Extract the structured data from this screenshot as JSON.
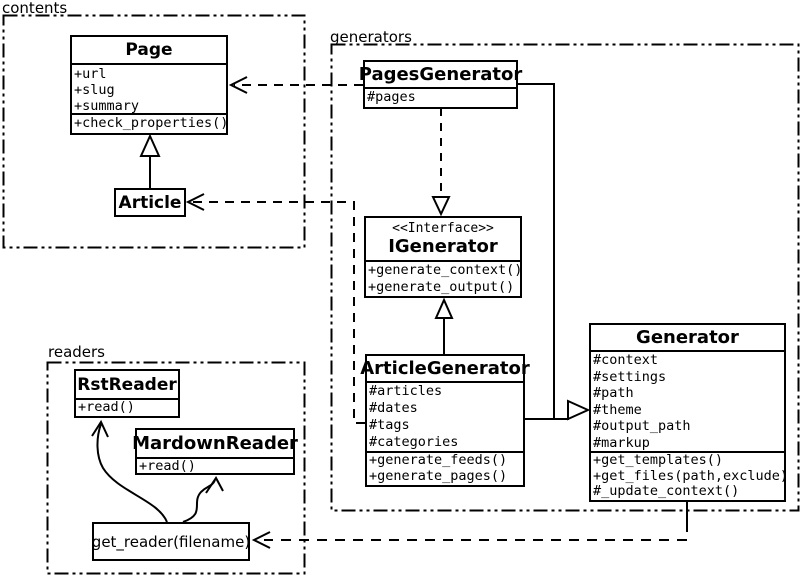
{
  "colors": {
    "line": "#000000",
    "background": "#ffffff"
  },
  "packages": {
    "contents": {
      "label": "contents"
    },
    "generators": {
      "label": "generators"
    },
    "readers": {
      "label": "readers"
    }
  },
  "classes": {
    "page": {
      "title": "Page",
      "attributes": [
        "+url",
        "+slug",
        "+summary"
      ],
      "methods": [
        "+check_properties()"
      ]
    },
    "article": {
      "title": "Article"
    },
    "pages_generator": {
      "title": "PagesGenerator",
      "attributes": [
        "#pages"
      ]
    },
    "igenerator": {
      "stereotype": "<<Interface>>",
      "title": "IGenerator",
      "methods": [
        "+generate_context()",
        "+generate_output()"
      ]
    },
    "article_generator": {
      "title": "ArticleGenerator",
      "attributes": [
        "#articles",
        "#dates",
        "#tags",
        "#categories"
      ],
      "methods": [
        "+generate_feeds()",
        "+generate_pages()"
      ]
    },
    "generator": {
      "title": "Generator",
      "attributes": [
        "#context",
        "#settings",
        "#path",
        "#theme",
        "#output_path",
        "#markup"
      ],
      "methods": [
        "+get_templates()",
        "+get_files(path,exclude)",
        "#_update_context()"
      ]
    },
    "rst_reader": {
      "title": "RstReader",
      "methods": [
        "+read()"
      ]
    },
    "mardown_reader": {
      "title": "MardownReader",
      "methods": [
        "+read()"
      ]
    },
    "get_reader": {
      "label": "get_reader(filename)"
    }
  }
}
